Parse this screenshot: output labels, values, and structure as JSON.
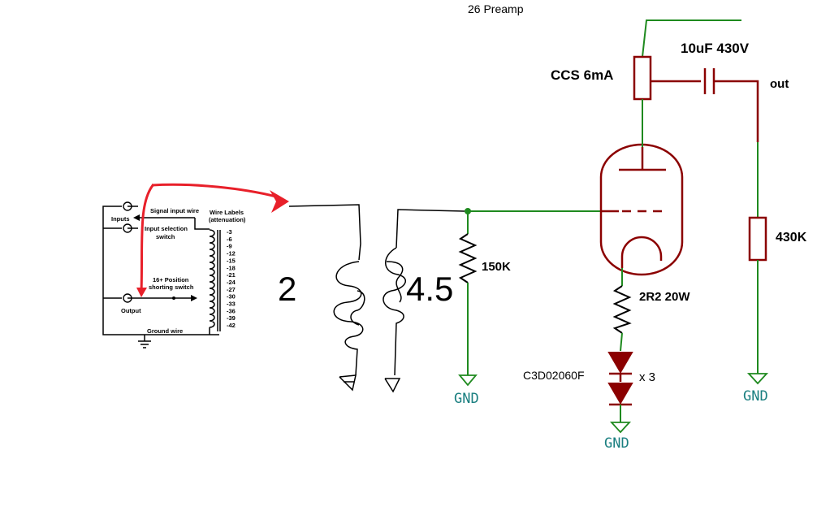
{
  "title": "26 Preamp",
  "ccs_label": "CCS 6mA",
  "cap_label": "10uF 430V",
  "out_label": "out",
  "r_plate_label": "430K",
  "r_grid_label": "150K",
  "r_cath_label": "2R2 20W",
  "diode_label": "C3D02060F",
  "diode_mult": "x  3",
  "gnd_label": "GND",
  "ratio_left": "2",
  "ratio_right": "4.5",
  "attenuator": {
    "inputs": "Inputs",
    "signal_input_wire": "Signal input wire",
    "input_selection_switch": [
      "Input selection",
      "switch"
    ],
    "shorting_switch": [
      "16+ Position",
      "shorting switch"
    ],
    "output": "Output",
    "ground_wire": "Ground wire",
    "wire_labels": [
      "Wire Labels",
      "(attenuation)"
    ],
    "taps": [
      "-3",
      "-6",
      "-9",
      "-12",
      "-15",
      "-18",
      "-21",
      "-24",
      "-27",
      "-30",
      "-33",
      "-36",
      "-39",
      "-42"
    ]
  },
  "colors": {
    "wire": "#1f8a1f",
    "component": "#8b0000",
    "annotation": "#e8202a",
    "gnd_text": "#1a7f80"
  }
}
